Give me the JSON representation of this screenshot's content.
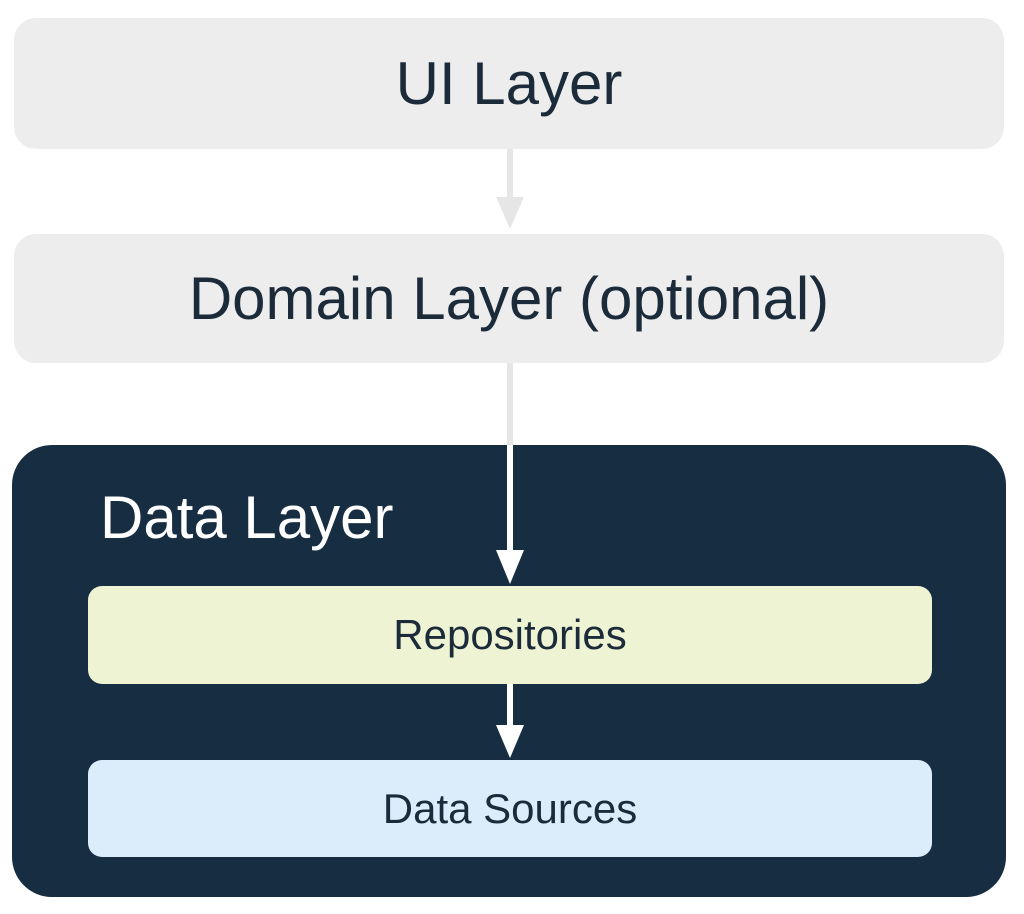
{
  "diagram": {
    "ui_layer": {
      "label": "UI Layer"
    },
    "domain_layer": {
      "label": "Domain Layer (optional)"
    },
    "data_layer": {
      "title": "Data Layer",
      "repositories": {
        "label": "Repositories"
      },
      "data_sources": {
        "label": "Data Sources"
      }
    }
  },
  "colors": {
    "layer_box": "#ededed",
    "data_layer_bg": "#172e42",
    "repositories_bg": "#eef4d3",
    "data_sources_bg": "#dbecfb",
    "text_dark": "#1c2b3a",
    "text_light": "#ffffff",
    "arrow_light": "#e6e6e6",
    "arrow_white": "#ffffff"
  }
}
